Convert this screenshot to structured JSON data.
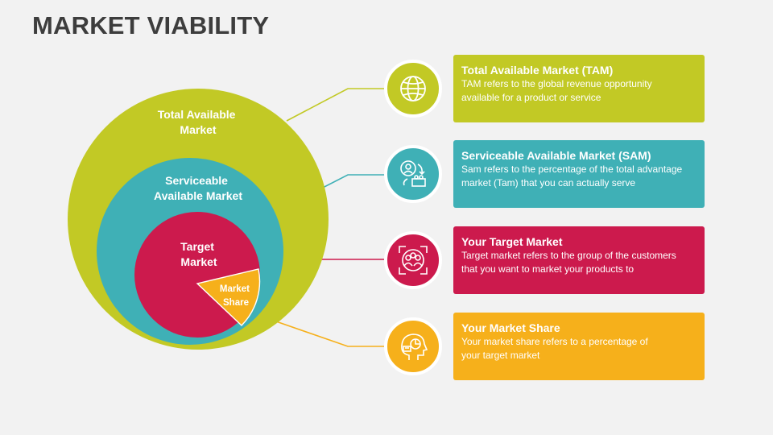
{
  "title": "MARKET VIABILITY",
  "colors": {
    "tam": "#c2c925",
    "sam": "#3fb0b6",
    "target": "#cc1a4d",
    "share": "#f6b01b",
    "background": "#f2f2f2",
    "title": "#3d3d3d"
  },
  "circles": {
    "tam_label": [
      "Total Available",
      "Market"
    ],
    "sam_label": [
      "Serviceable",
      "Available Market"
    ],
    "target_label": [
      "Target",
      "Market"
    ],
    "share_label": [
      "Market",
      "Share"
    ]
  },
  "cards": [
    {
      "key": "tam",
      "icon": "globe-icon",
      "heading": "Total Available Market (TAM)",
      "desc": [
        "TAM refers to the global revenue opportunity",
        "available for a product or service"
      ]
    },
    {
      "key": "sam",
      "icon": "people-cycle-icon",
      "heading": "Serviceable Available Market (SAM)",
      "desc": [
        "Sam refers to the percentage of the total advantage",
        "market (Tam) that you can actually serve"
      ]
    },
    {
      "key": "target",
      "icon": "target-audience-icon",
      "heading": "Your Target Market",
      "desc": [
        "Target market refers to the group of the customers",
        "that you want to market your products to"
      ]
    },
    {
      "key": "share",
      "icon": "market-share-head-icon",
      "heading": "Your Market Share",
      "desc": [
        "Your market share refers to a percentage of",
        "your target market"
      ]
    }
  ]
}
